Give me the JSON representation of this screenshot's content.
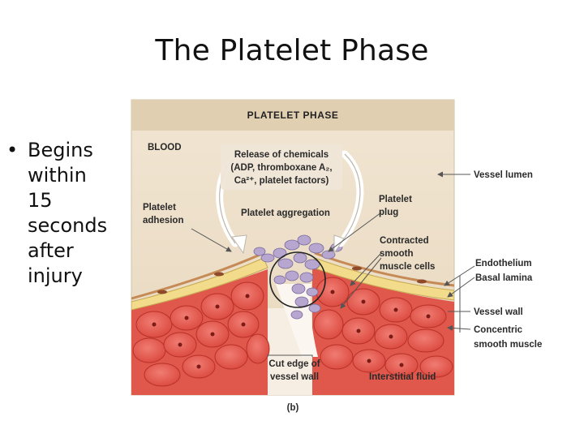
{
  "slide": {
    "title": "The Platelet Phase",
    "bullet_marker": "•",
    "bullet_text": "Begins\nwithin\n15\nseconds\nafter\ninjury"
  },
  "figure": {
    "header": "PLATELET PHASE",
    "blood": "BLOOD",
    "release_lines": [
      "Release of chemicals",
      "(ADP, thromboxane A₂,",
      "Ca²⁺, platelet factors)"
    ],
    "platelet_aggregation": "Platelet aggregation",
    "platelet_adhesion_lines": [
      "Platelet",
      "adhesion"
    ],
    "platelet_plug_lines": [
      "Platelet",
      "plug"
    ],
    "contracted_lines": [
      "Contracted",
      "smooth",
      "muscle cells"
    ],
    "vessel_lumen": "Vessel lumen",
    "endothelium": "Endothelium",
    "basal_lamina": "Basal lamina",
    "vessel_wall": "Vessel wall",
    "concentric_lines": [
      "Concentric",
      "smooth muscle"
    ],
    "cut_edge_lines": [
      "Cut edge of",
      "vessel wall"
    ],
    "interstitial_fluid": "Interstitial fluid",
    "panel_label": "(b)"
  }
}
